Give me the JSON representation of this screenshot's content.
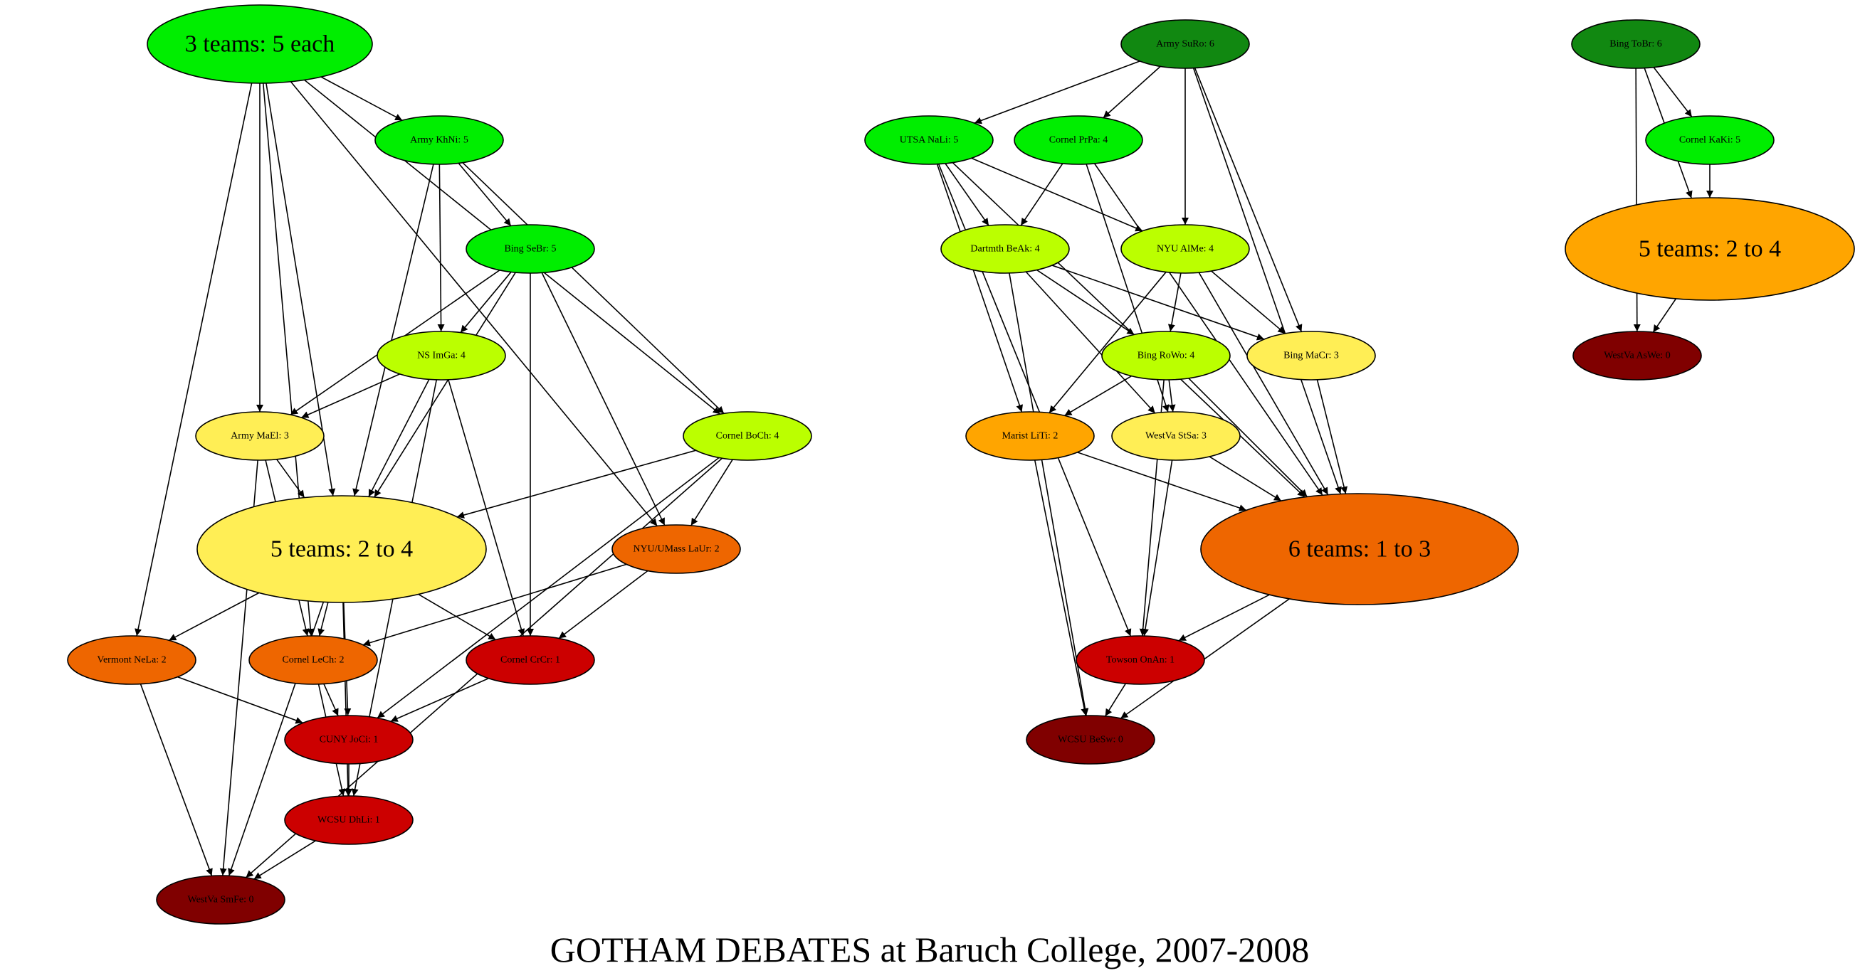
{
  "diagram": {
    "title": "GOTHAM DEBATES at Baruch College, 2007-2008",
    "nodes": [
      {
        "id": "n1",
        "label": "3 teams: 5 each",
        "color": "#00ee00",
        "size": "big"
      },
      {
        "id": "n2",
        "label": "Army KhNi: 5",
        "color": "#00ee00"
      },
      {
        "id": "n3",
        "label": "Bing SeBr: 5",
        "color": "#00ee00"
      },
      {
        "id": "n4",
        "label": "NS ImGa: 4",
        "color": "#bbff00"
      },
      {
        "id": "n5",
        "label": "Army MaEl: 3",
        "color": "#ffee55"
      },
      {
        "id": "n6",
        "label": "Cornel BoCh: 4",
        "color": "#bbff00"
      },
      {
        "id": "n7",
        "label": "5 teams: 2 to 4",
        "color": "#ffee55",
        "size": "big"
      },
      {
        "id": "n8",
        "label": "NYU/UMass  LaUr: 2",
        "color": "#ee6600"
      },
      {
        "id": "n9",
        "label": "Vermont NeLa: 2",
        "color": "#ee6600"
      },
      {
        "id": "n10",
        "label": "Cornel LeCh: 2",
        "color": "#ee6600"
      },
      {
        "id": "n11",
        "label": "Cornel CrCr: 1",
        "color": "#cc0000"
      },
      {
        "id": "n12",
        "label": "CUNY  JoCi: 1",
        "color": "#cc0000"
      },
      {
        "id": "n13",
        "label": "WCSU DhLi: 1",
        "color": "#cc0000"
      },
      {
        "id": "n14",
        "label": "WestVa SmFe: 0",
        "color": "#800000"
      },
      {
        "id": "n15",
        "label": "Army SuRo: 6",
        "color": "#118811"
      },
      {
        "id": "n16",
        "label": "UTSA NaLi: 5",
        "color": "#00ee00"
      },
      {
        "id": "n17",
        "label": "Cornel PrPa: 4",
        "color": "#00ee00"
      },
      {
        "id": "n18",
        "label": "Dartmth BeAk: 4",
        "color": "#bbff00"
      },
      {
        "id": "n19",
        "label": "NYU AlMe: 4",
        "color": "#bbff00"
      },
      {
        "id": "n20",
        "label": "Bing RoWo: 4",
        "color": "#bbff00"
      },
      {
        "id": "n21",
        "label": "Bing MaCr: 3",
        "color": "#ffee55"
      },
      {
        "id": "n22",
        "label": "Marist LiTi: 2",
        "color": "#ffa500"
      },
      {
        "id": "n23",
        "label": "WestVa StSa: 3",
        "color": "#ffee55"
      },
      {
        "id": "n24",
        "label": "6 teams: 1 to 3",
        "color": "#ee6600",
        "size": "big"
      },
      {
        "id": "n25",
        "label": "Towson OnAn: 1",
        "color": "#cc0000"
      },
      {
        "id": "n26",
        "label": "WCSU BeSw: 0",
        "color": "#800000"
      },
      {
        "id": "n27",
        "label": "Bing ToBr: 6",
        "color": "#118811"
      },
      {
        "id": "n28",
        "label": "Cornel KaKi: 5",
        "color": "#00ee00"
      },
      {
        "id": "n29",
        "label": "5 teams: 2 to 4",
        "color": "#ffa500",
        "size": "big"
      },
      {
        "id": "n30",
        "label": "WestVa AsWe: 0",
        "color": "#800000"
      }
    ],
    "edges": [
      [
        "n1",
        "n2"
      ],
      [
        "n1",
        "n5"
      ],
      [
        "n1",
        "n7"
      ],
      [
        "n1",
        "n9"
      ],
      [
        "n1",
        "n10"
      ],
      [
        "n1",
        "n8"
      ],
      [
        "n1",
        "n6"
      ],
      [
        "n2",
        "n3"
      ],
      [
        "n2",
        "n4"
      ],
      [
        "n2",
        "n7"
      ],
      [
        "n2",
        "n6"
      ],
      [
        "n3",
        "n4"
      ],
      [
        "n3",
        "n5"
      ],
      [
        "n3",
        "n7"
      ],
      [
        "n3",
        "n11"
      ],
      [
        "n3",
        "n8"
      ],
      [
        "n4",
        "n5"
      ],
      [
        "n4",
        "n7"
      ],
      [
        "n4",
        "n11"
      ],
      [
        "n4",
        "n13"
      ],
      [
        "n5",
        "n7"
      ],
      [
        "n5",
        "n10"
      ],
      [
        "n5",
        "n14"
      ],
      [
        "n6",
        "n7"
      ],
      [
        "n6",
        "n8"
      ],
      [
        "n6",
        "n12"
      ],
      [
        "n6",
        "n14"
      ],
      [
        "n7",
        "n9"
      ],
      [
        "n7",
        "n10"
      ],
      [
        "n7",
        "n11"
      ],
      [
        "n7",
        "n12"
      ],
      [
        "n7",
        "n13"
      ],
      [
        "n7",
        "n14"
      ],
      [
        "n8",
        "n10"
      ],
      [
        "n8",
        "n11"
      ],
      [
        "n9",
        "n12"
      ],
      [
        "n9",
        "n14"
      ],
      [
        "n10",
        "n12"
      ],
      [
        "n10",
        "n13"
      ],
      [
        "n11",
        "n12"
      ],
      [
        "n12",
        "n13"
      ],
      [
        "n13",
        "n14"
      ],
      [
        "n15",
        "n16"
      ],
      [
        "n15",
        "n17"
      ],
      [
        "n15",
        "n19"
      ],
      [
        "n15",
        "n21"
      ],
      [
        "n15",
        "n24"
      ],
      [
        "n16",
        "n18"
      ],
      [
        "n16",
        "n19"
      ],
      [
        "n16",
        "n22"
      ],
      [
        "n16",
        "n24"
      ],
      [
        "n16",
        "n25"
      ],
      [
        "n17",
        "n18"
      ],
      [
        "n17",
        "n23"
      ],
      [
        "n17",
        "n24"
      ],
      [
        "n18",
        "n20"
      ],
      [
        "n18",
        "n21"
      ],
      [
        "n18",
        "n23"
      ],
      [
        "n18",
        "n26"
      ],
      [
        "n19",
        "n20"
      ],
      [
        "n19",
        "n21"
      ],
      [
        "n19",
        "n22"
      ],
      [
        "n19",
        "n24"
      ],
      [
        "n20",
        "n22"
      ],
      [
        "n20",
        "n23"
      ],
      [
        "n20",
        "n24"
      ],
      [
        "n20",
        "n25"
      ],
      [
        "n21",
        "n24"
      ],
      [
        "n22",
        "n24"
      ],
      [
        "n22",
        "n26"
      ],
      [
        "n23",
        "n24"
      ],
      [
        "n23",
        "n25"
      ],
      [
        "n24",
        "n25"
      ],
      [
        "n24",
        "n26"
      ],
      [
        "n25",
        "n26"
      ],
      [
        "n27",
        "n28"
      ],
      [
        "n27",
        "n29"
      ],
      [
        "n27",
        "n30"
      ],
      [
        "n28",
        "n29"
      ],
      [
        "n29",
        "n30"
      ]
    ]
  }
}
